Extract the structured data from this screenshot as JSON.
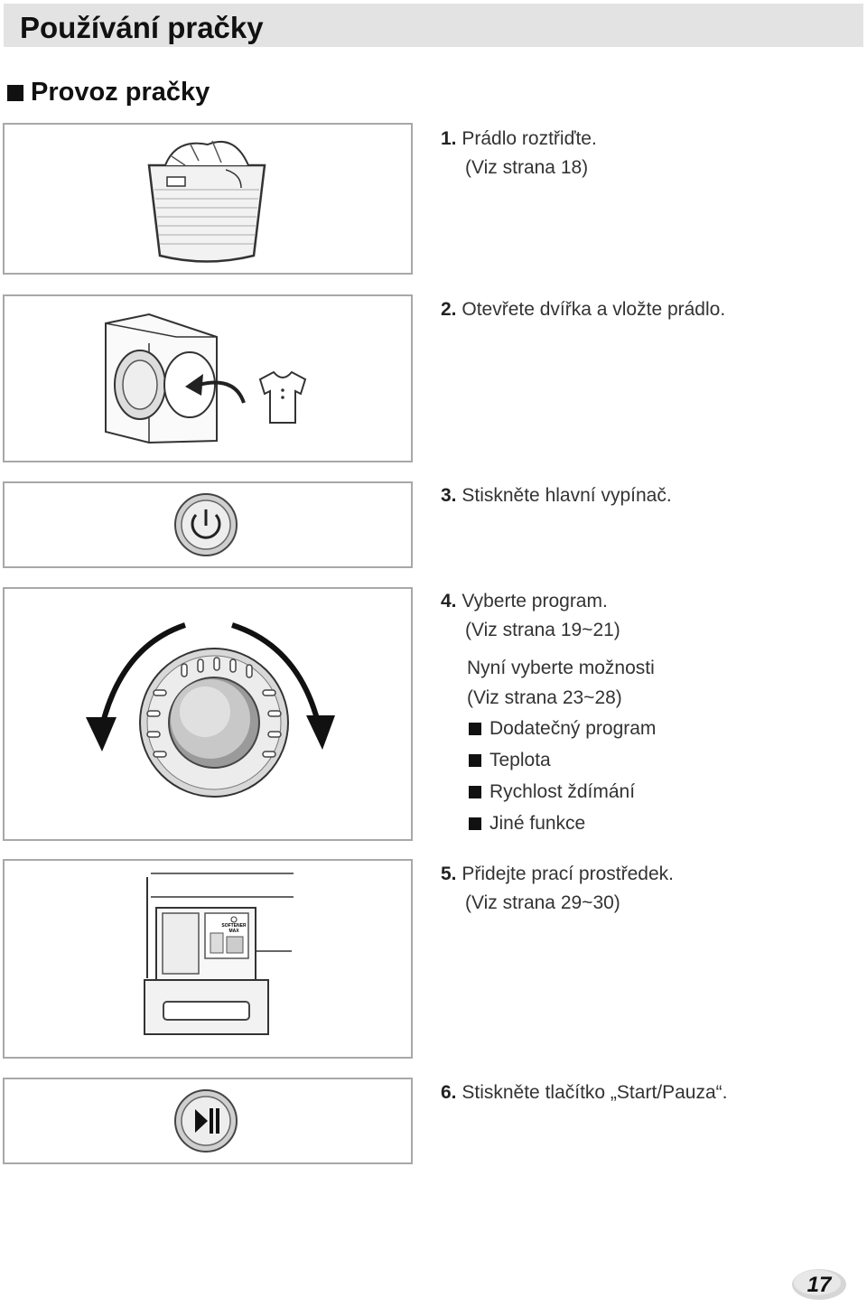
{
  "header": {
    "title": "Používání pračky"
  },
  "section": {
    "title": "Provoz pračky"
  },
  "steps": [
    {
      "num": "1.",
      "text": "Prádlo roztřiďte.",
      "sub": "(Viz strana 18)"
    },
    {
      "num": "2.",
      "text": "Otevřete dvířka a vložte prádlo."
    },
    {
      "num": "3.",
      "text": "Stiskněte hlavní vypínač."
    },
    {
      "num": "4.",
      "text": "Vyberte program.",
      "sub": "(Viz strana 19~21)",
      "options_line1": "Nyní vyberte možnosti",
      "options_line2": "(Viz strana 23~28)",
      "bullets": [
        "Dodatečný program",
        "Teplota",
        "Rychlost ždímání",
        "Jiné funkce"
      ]
    },
    {
      "num": "5.",
      "text": "Přidejte prací prostředek.",
      "sub": "(Viz strana 29~30)"
    },
    {
      "num": "6.",
      "text": "Stiskněte tlačítko „Start/Pauza“."
    }
  ],
  "drawer_labels": {
    "softener": "SOFTENER",
    "max": "MAX"
  },
  "page_number": "17",
  "icons": [
    "laundry-basket-icon",
    "washer-door-icon",
    "shirt-icon",
    "power-button-icon",
    "program-dial-icon",
    "detergent-drawer-icon",
    "start-pause-button-icon"
  ]
}
